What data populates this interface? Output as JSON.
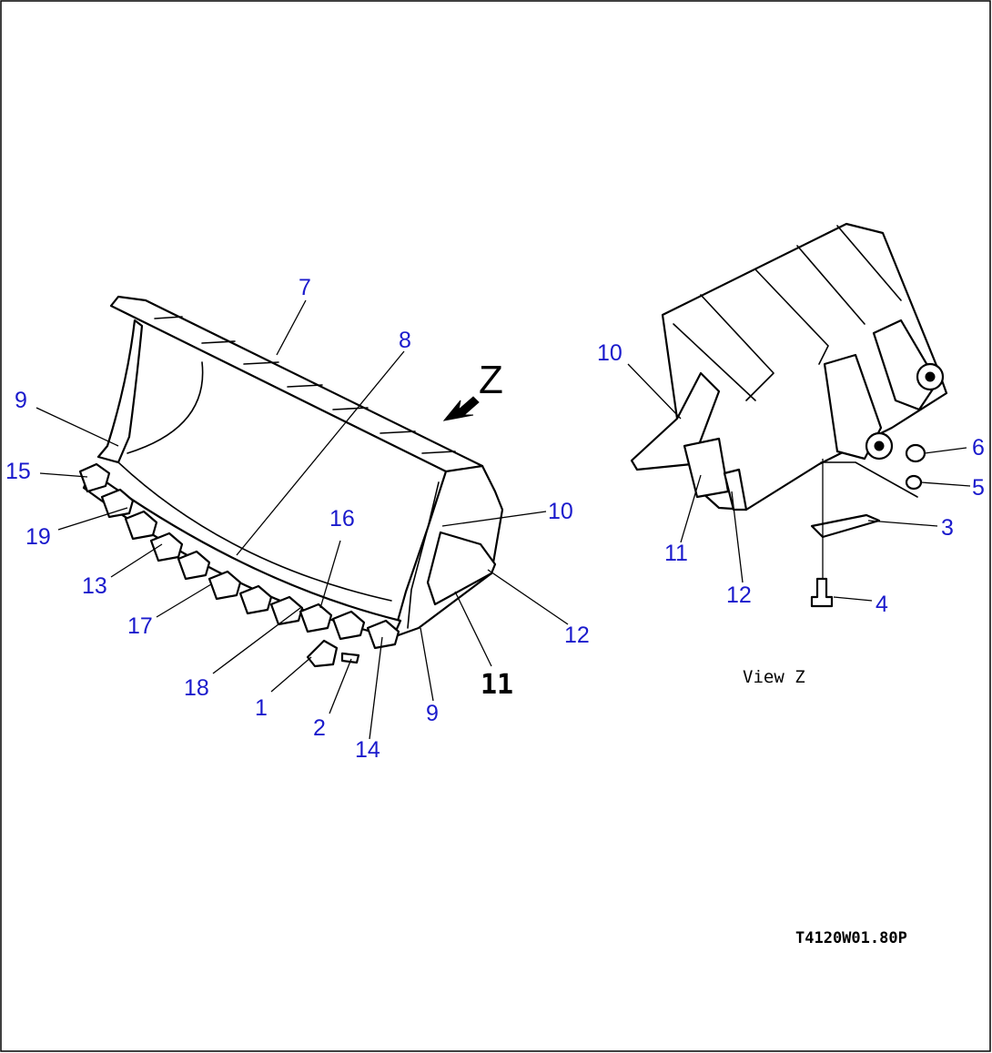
{
  "view_marker": "Z",
  "left_part_11": "11",
  "view_caption": "View Z",
  "drawing_code": "T4120W01.80P",
  "callouts": [
    {
      "id": "c7",
      "text": "7"
    },
    {
      "id": "c8",
      "text": "8"
    },
    {
      "id": "c9a",
      "text": "9"
    },
    {
      "id": "c15",
      "text": "15"
    },
    {
      "id": "c19",
      "text": "19"
    },
    {
      "id": "c13",
      "text": "13"
    },
    {
      "id": "c17",
      "text": "17"
    },
    {
      "id": "c18",
      "text": "18"
    },
    {
      "id": "c1",
      "text": "1"
    },
    {
      "id": "c2",
      "text": "2"
    },
    {
      "id": "c14",
      "text": "14"
    },
    {
      "id": "c16",
      "text": "16"
    },
    {
      "id": "c9b",
      "text": "9"
    },
    {
      "id": "c10a",
      "text": "10"
    },
    {
      "id": "c12a",
      "text": "12"
    },
    {
      "id": "c10b",
      "text": "10"
    },
    {
      "id": "c11b",
      "text": "11"
    },
    {
      "id": "c12b",
      "text": "12"
    },
    {
      "id": "c6",
      "text": "6"
    },
    {
      "id": "c5",
      "text": "5"
    },
    {
      "id": "c3",
      "text": "3"
    },
    {
      "id": "c4",
      "text": "4"
    }
  ]
}
